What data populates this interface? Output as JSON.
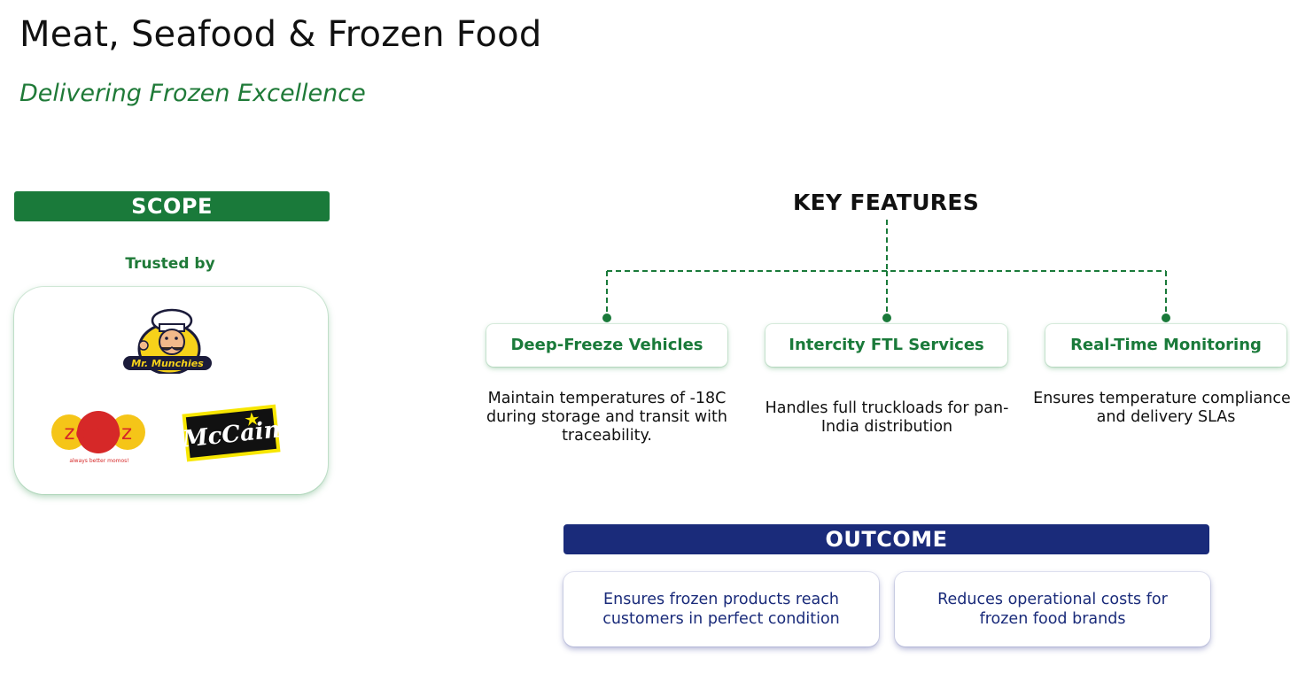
{
  "header": {
    "title": "Meat, Seafood & Frozen Food",
    "subtitle": "Delivering Frozen Excellence"
  },
  "scope": {
    "label": "SCOPE",
    "trusted_label": "Trusted by",
    "logos": [
      {
        "name": "Mr. Munchies",
        "text": "Mr. Munchies"
      },
      {
        "name": "Zomoz",
        "text": "zomoz",
        "tagline": "always better momos!"
      },
      {
        "name": "McCain",
        "text": "McCain"
      }
    ]
  },
  "key_features": {
    "title": "KEY FEATURES",
    "items": [
      {
        "label": "Deep-Freeze Vehicles",
        "description": "Maintain temperatures of -18C during storage and transit with traceability."
      },
      {
        "label": "Intercity FTL Services",
        "description": "Handles full truckloads for pan-India distribution"
      },
      {
        "label": "Real-Time Monitoring",
        "description": "Ensures temperature compliances and delivery SLAs"
      }
    ]
  },
  "outcome": {
    "label": "OUTCOME",
    "items": [
      "Ensures frozen products reach customers in perfect condition",
      "Reduces operational costs for frozen food brands"
    ]
  },
  "colors": {
    "green": "#1a7a3a",
    "navy": "#1a2b7a",
    "zomoz_yellow": "#f5c518",
    "zomoz_red": "#d62828",
    "mccain_yellow": "#f7e600"
  }
}
